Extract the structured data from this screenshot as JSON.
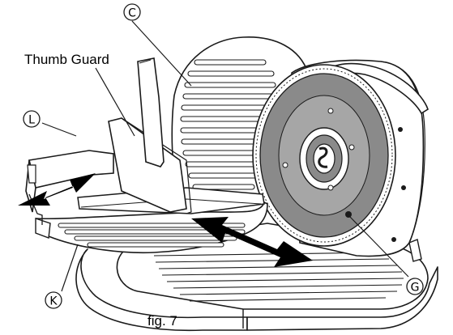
{
  "figure": {
    "caption": "fig. 7",
    "callouts": {
      "thumb_guard": "Thumb Guard",
      "c": "C",
      "l": "L",
      "k": "K",
      "g": "G"
    }
  },
  "colors": {
    "line": "#1a1a1a",
    "blade_dark": "#8a8a8a",
    "blade_mid": "#a6a6a6",
    "arrow": "#000000",
    "background": "#ffffff"
  }
}
